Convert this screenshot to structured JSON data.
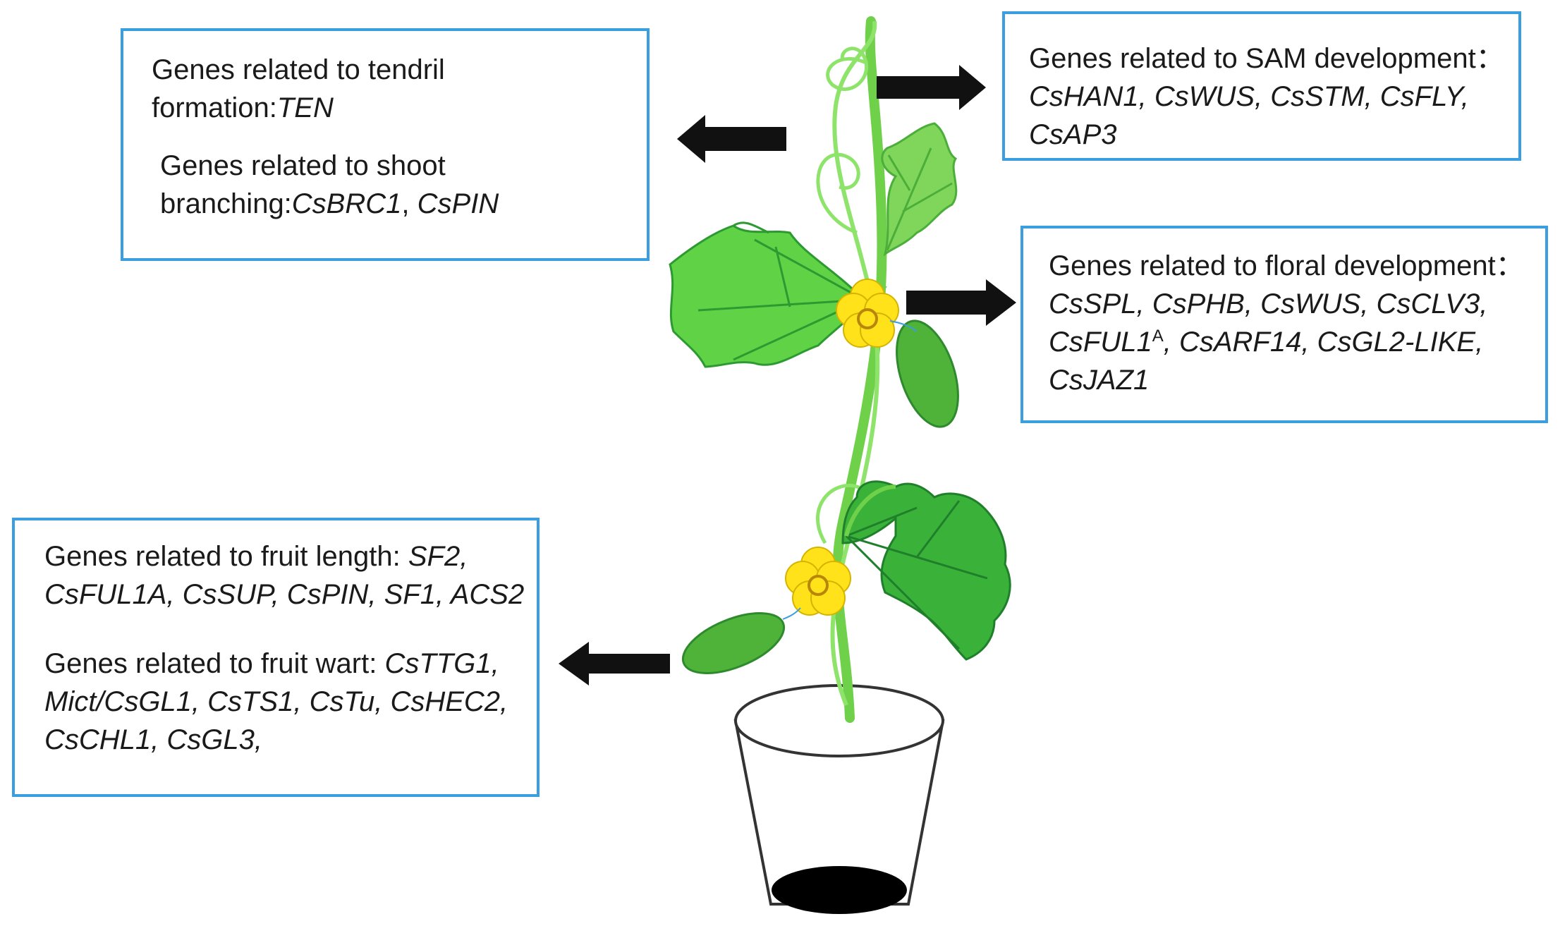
{
  "colors": {
    "box_border": "#3a9ee0",
    "arrow": "#111111",
    "leaf_light": "#9ee37a",
    "leaf_mid": "#4cc23a",
    "leaf_dark": "#1f8f2e",
    "stem": "#6fd14a",
    "flower": "#ffe21a",
    "flower_center": "#b8860b",
    "fruit": "#4fb33a",
    "pot_outline": "#333333",
    "soil": "#000000"
  },
  "boxes": {
    "tendril_branching": {
      "tendril_label": "Genes related to tendril",
      "tendril_label2": "formation:",
      "tendril_genes": "TEN",
      "branching_label": "Genes related to shoot",
      "branching_label2": "branching:",
      "branching_genes": [
        ",",
        "CsBRC1",
        "CsPIN"
      ]
    },
    "sam": {
      "label": "Genes related to SAM development：",
      "genes_line1": "CsHAN1, CsWUS, CsSTM, CsFLY,",
      "genes_line2": "CsAP3"
    },
    "floral": {
      "label": "Genes related to floral development：",
      "genes_line1": "CsSPL, CsPHB, CsWUS, CsCLV3,",
      "gene_ful": "CsFUL1",
      "gene_ful_sup": "A",
      "genes_line2_rest": ", CsARF14, CsGL2-LIKE,",
      "genes_line3": "CsJAZ1"
    },
    "fruit": {
      "length_label": "Genes related to fruit length: ",
      "length_genes_line1": "SF2,",
      "length_genes_line2": "CsFUL1A, CsSUP, CsPIN, SF1, ACS2",
      "wart_label": "Genes related to fruit wart: ",
      "wart_genes_line1": "CsTTG1,",
      "wart_genes_line2": "Mict/CsGL1, CsTS1, CsTu, CsHEC2,",
      "wart_genes_line3": "CsCHL1, CsGL3,"
    }
  }
}
